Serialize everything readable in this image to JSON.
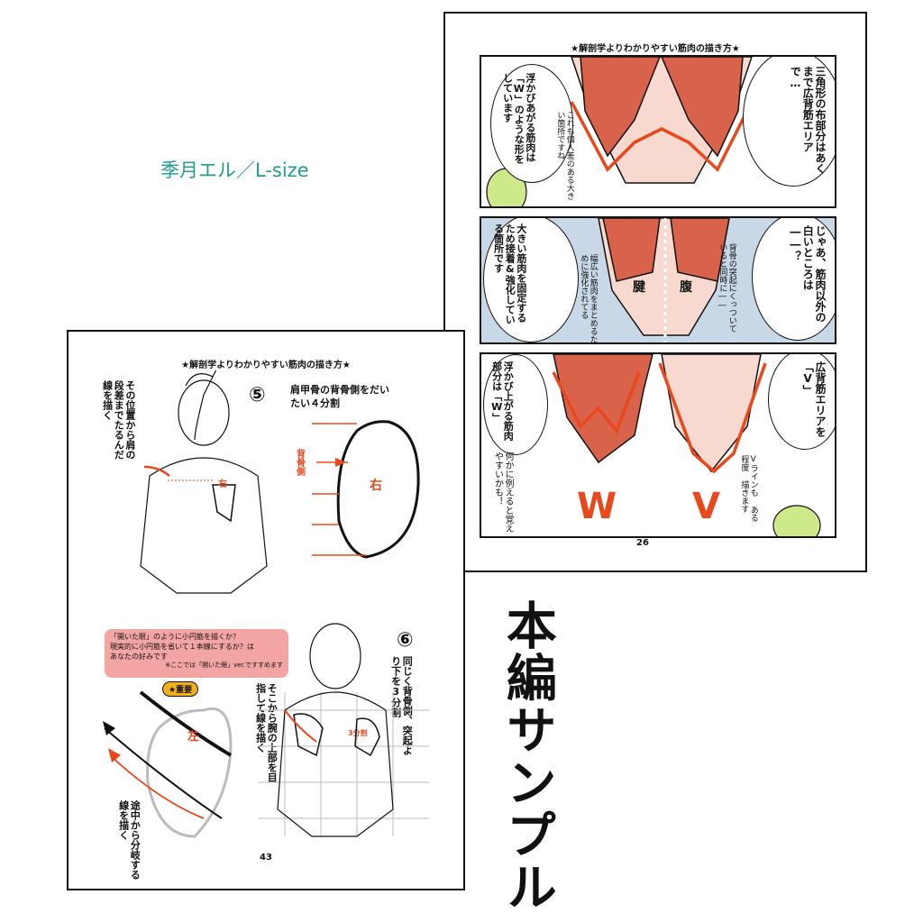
{
  "author": "季月エル／L-size",
  "sample_label": "本編サンプル",
  "page26": {
    "header": "★解剖学よりわかりやすい筋肉の描き方★",
    "page_number": "26",
    "panel1": {
      "bubble_right": "三角形の布部分はあくまで広背筋エリアで…",
      "bubble_left": "浮かびあがる筋肉は「W」のような形をしています",
      "aside": "これも個人差のある大きい箇所ですね"
    },
    "panel2": {
      "bubble_right": "じゃあ、筋肉以外の白いところは――？",
      "bubble_left": "大きい筋肉を固定するため接着&強化している箇所です",
      "note_left": "幅広い筋肉をまとめるために強化されてる",
      "note_right": "背骨の突起にくっついていると同時に――",
      "label_a": "腱",
      "label_b": "腹"
    },
    "panel3": {
      "bubble_right": "広背筋エリアを「V」",
      "bubble_left": "浮かび上がる筋肉部分は「W」",
      "note_left": "何かに例えると覚えやすいかも！",
      "note_right": "Vラインも ある程度 描きます",
      "letter_w": "W",
      "letter_v": "V"
    }
  },
  "page43": {
    "header": "★解剖学よりわかりやすい筋肉の描き方★",
    "page_number": "43",
    "step5": {
      "number": "⑤",
      "title": "肩甲骨の背骨側をだいたい４分割",
      "left_note": "その位置から肩の段差までたるんだ線を描く",
      "label_right": "右",
      "label_back": "背骨側"
    },
    "info_box": {
      "line1": "「開いた眼」のように小円筋を描くか？",
      "line2": "現実的に小円筋を省いて１本線にするか？は",
      "line3": "あなたの好みです",
      "line4": "※ここでは「開いた眼」ver.ですすめます",
      "badge": "重要"
    },
    "step6": {
      "number": "⑥",
      "right_note": "同じく背骨側、突起より下を3分割",
      "left_note": "そこから腕の上部を目指して線を描く",
      "label_split": "3分割",
      "label_left": "左",
      "bottom_note": "途中から分岐する線を描く"
    }
  },
  "colors": {
    "accent_orange": "#e8481c",
    "muscle_red": "#d9634a",
    "panel_blue": "#c9d8e6",
    "info_pink": "#f2a5a3",
    "author_teal": "#1f9e8a"
  }
}
